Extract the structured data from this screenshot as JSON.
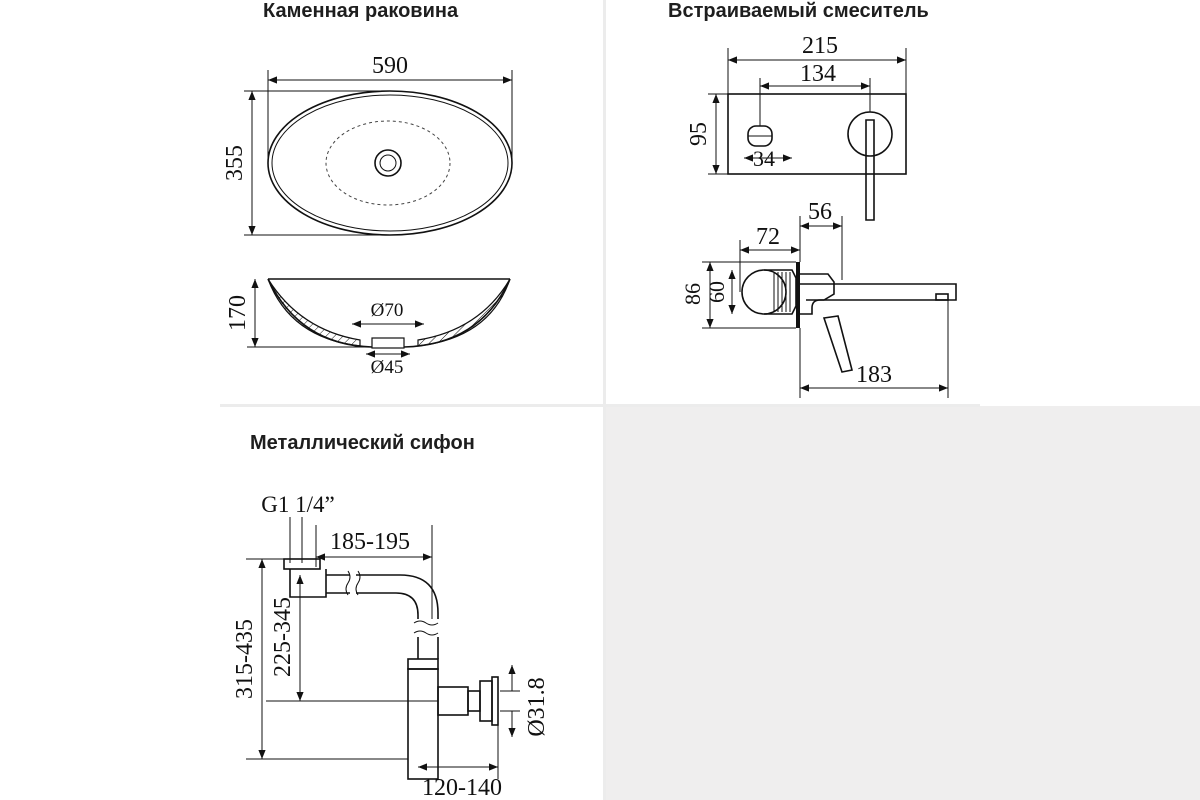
{
  "sink": {
    "title": "Каменная раковина",
    "width": "590",
    "depth": "355",
    "height": "170",
    "drain_top": "Ø70",
    "drain_bottom": "Ø45"
  },
  "mixer": {
    "title": "Встраиваемый смеситель",
    "plate_width": "215",
    "axis_distance": "134",
    "plate_height": "95",
    "diverter": "34",
    "depth_outer": "56",
    "depth_inner": "72",
    "body_height": "86",
    "body_diameter": "60",
    "spout_length": "183"
  },
  "siphon": {
    "title": "Металлический сифон",
    "thread": "G1 1/4”",
    "horizontal_reach": "185-195",
    "total_height": "315-435",
    "outlet_height": "225-345",
    "outlet_diameter": "Ø31.8",
    "outlet_reach": "120-140"
  }
}
